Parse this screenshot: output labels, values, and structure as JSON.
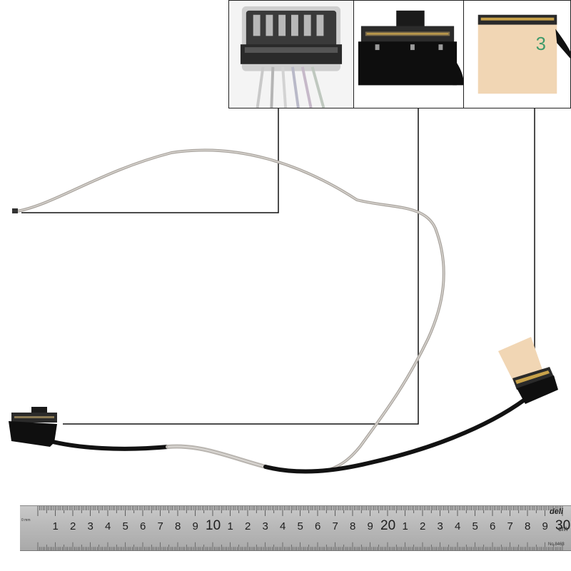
{
  "photo": {
    "subject": "laptop-lcd-edp-cable",
    "colors": {
      "background": "#ffffff",
      "cable_black": "#111111",
      "cable_silver": "#b9b5b0",
      "connector_tape": "#f1d6b4",
      "gold_contacts": "#c8a24a",
      "leader_line": "#111111"
    }
  },
  "insets": {
    "camera_connector": {
      "icon": "camera-connector-icon"
    },
    "lcd_connector": {
      "icon": "lcd-connector-icon"
    },
    "board_connector": {
      "icon": "board-connector-icon",
      "tape_mark": "3"
    }
  },
  "ruler": {
    "numbers": [
      "1",
      "2",
      "3",
      "4",
      "5",
      "6",
      "7",
      "8",
      "9",
      "10",
      "1",
      "2",
      "3",
      "4",
      "5",
      "6",
      "7",
      "8",
      "9",
      "20",
      "1",
      "2",
      "3",
      "4",
      "5",
      "6",
      "7",
      "8",
      "9",
      "30"
    ],
    "unit": "cm",
    "brand": "deli",
    "model": "No.8463",
    "start_label": "0 mm"
  }
}
